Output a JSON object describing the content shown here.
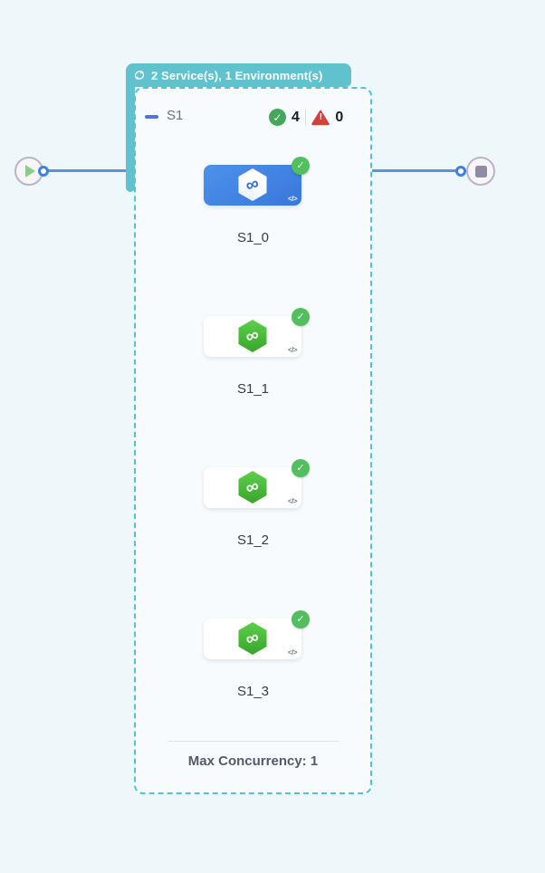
{
  "group_badge": {
    "icon": "loop-icon",
    "label": "2 Service(s), 1 Environment(s)"
  },
  "stage": {
    "name": "S1",
    "success_count": "4",
    "error_count": "0",
    "nodes": [
      {
        "label": "S1_0",
        "selected": true,
        "status": "success"
      },
      {
        "label": "S1_1",
        "selected": false,
        "status": "success"
      },
      {
        "label": "S1_2",
        "selected": false,
        "status": "success"
      },
      {
        "label": "S1_3",
        "selected": false,
        "status": "success"
      }
    ],
    "footer": {
      "max_concurrency_label": "Max Concurrency: 1"
    }
  },
  "glyphs": {
    "infinity": "∞",
    "check": "✓",
    "exclamation": "!",
    "code": "</>"
  },
  "colors": {
    "page_background": "#eef7fa",
    "teal_badge": "#5fc2cc",
    "dashed_border": "#4fc4d5",
    "edge_blue": "#5b93e3",
    "selected_node_blue": "#3f7ede",
    "node_success_green": "#52bf5f",
    "header_check_green": "#43a85a",
    "error_red": "#d2423a",
    "hexagon_green": "#46b937"
  }
}
